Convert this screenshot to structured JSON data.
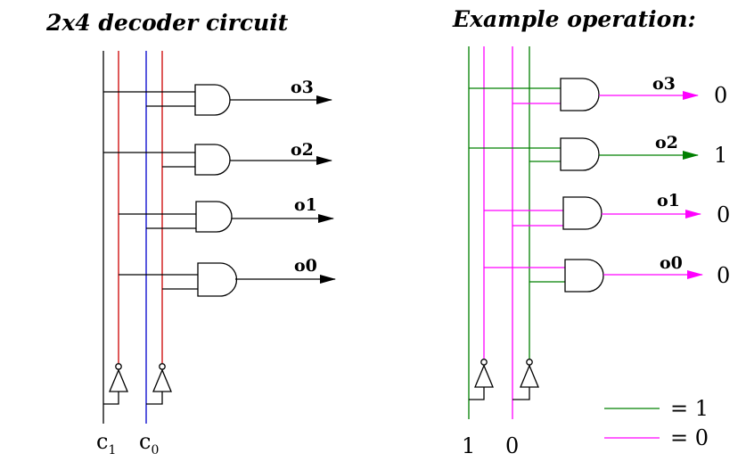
{
  "left": {
    "title": "2x4 decoder circuit",
    "outputs": [
      "o3",
      "o2",
      "o1",
      "o0"
    ],
    "inputs": [
      {
        "base": "c",
        "sub": "1"
      },
      {
        "base": "c",
        "sub": "0"
      }
    ]
  },
  "right": {
    "title": "Example operation:",
    "outputs": [
      "o3",
      "o2",
      "o1",
      "o0"
    ],
    "output_values": [
      "0",
      "1",
      "0",
      "0"
    ],
    "input_values": [
      "1",
      "0"
    ]
  },
  "legend": {
    "one_label": "= 1",
    "zero_label": "= 0"
  },
  "colors": {
    "black": "#000000",
    "red": "#cc0000",
    "blue": "#0000cc",
    "green": "#008000",
    "magenta": "#ff00ff"
  }
}
